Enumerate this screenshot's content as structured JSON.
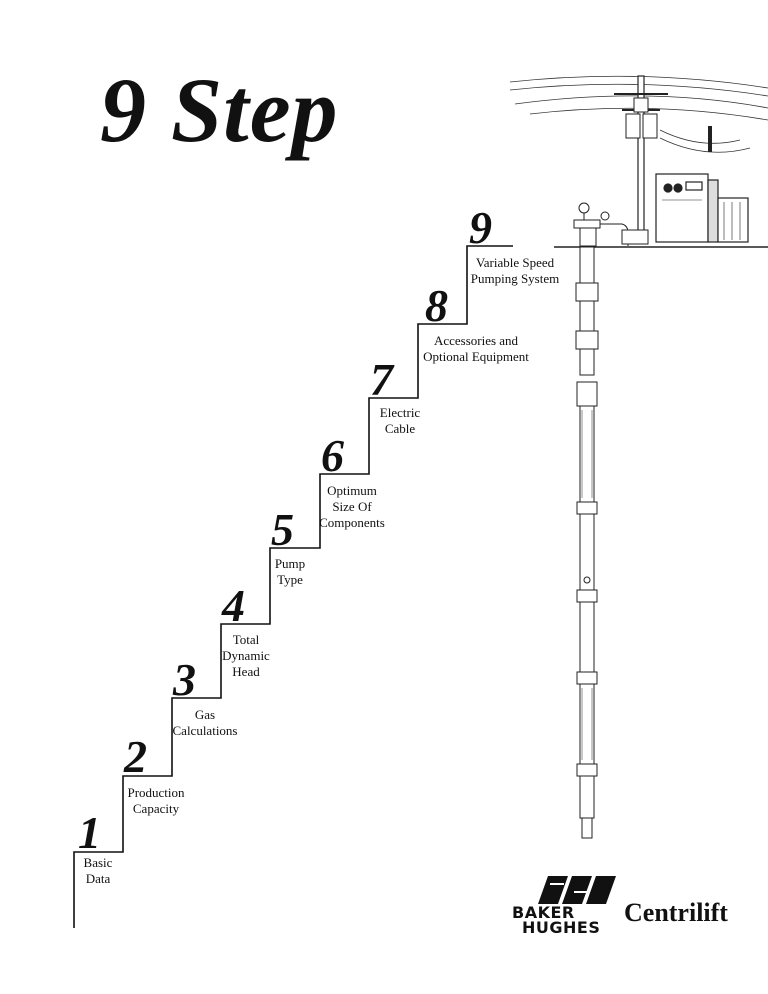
{
  "title": "9 Step",
  "steps": [
    {
      "number": "1",
      "label_lines": [
        "Basic",
        "Data"
      ]
    },
    {
      "number": "2",
      "label_lines": [
        "Production",
        "Capacity"
      ]
    },
    {
      "number": "3",
      "label_lines": [
        "Gas",
        "Calculations"
      ]
    },
    {
      "number": "4",
      "label_lines": [
        "Total",
        "Dynamic",
        "Head"
      ]
    },
    {
      "number": "5",
      "label_lines": [
        "Pump",
        "Type"
      ]
    },
    {
      "number": "6",
      "label_lines": [
        "Optimum",
        "Size Of",
        "Components"
      ]
    },
    {
      "number": "7",
      "label_lines": [
        "Electric",
        "Cable"
      ]
    },
    {
      "number": "8",
      "label_lines": [
        "Accessories and",
        "Optional Equipment"
      ]
    },
    {
      "number": "9",
      "label_lines": [
        "Variable Speed",
        "Pumping System"
      ]
    }
  ],
  "logo": {
    "company_lines": [
      "BAKER",
      "HUGHES"
    ],
    "brand": "Centrilift"
  }
}
